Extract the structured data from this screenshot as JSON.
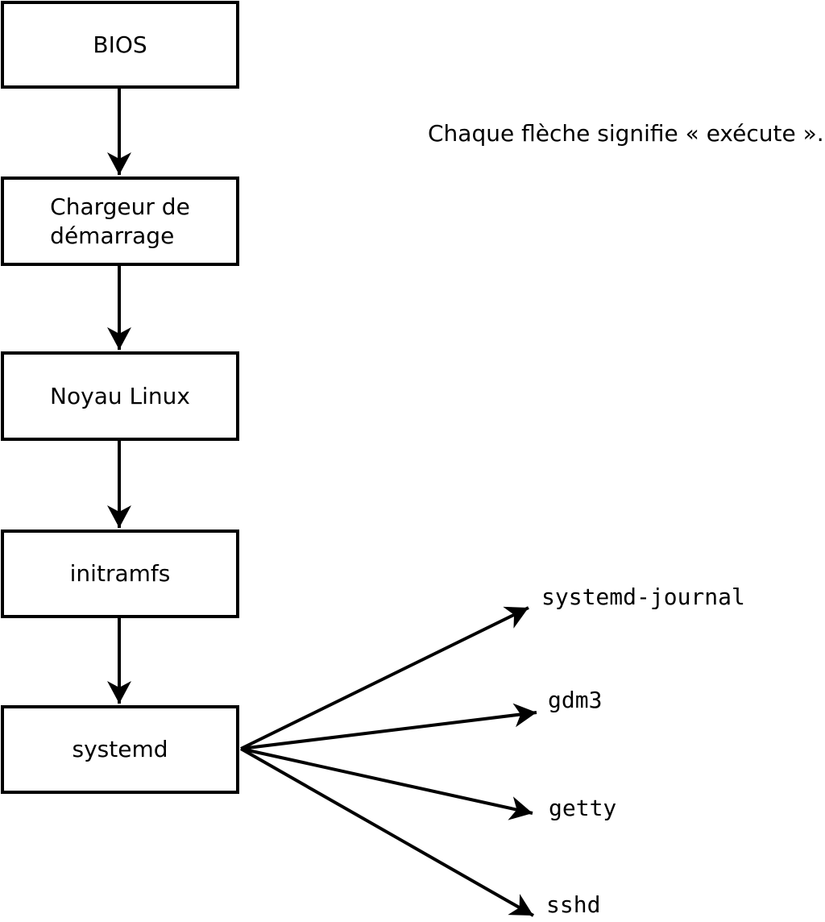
{
  "diagram": {
    "caption": "Chaque flèche signifie « exécute ».",
    "colors": {
      "foreground": "#000000",
      "background": "#ffffff",
      "box_fill": "#ffffff"
    },
    "boxes": [
      {
        "id": "bios",
        "label": "BIOS"
      },
      {
        "id": "bootloader",
        "label": "Chargeur de\ndémarrage"
      },
      {
        "id": "kernel",
        "label": "Noyau Linux"
      },
      {
        "id": "initramfs",
        "label": "initramfs"
      },
      {
        "id": "systemd",
        "label": "systemd"
      }
    ],
    "processes": [
      {
        "id": "systemd-journal",
        "label": "systemd-journal"
      },
      {
        "id": "gdm3",
        "label": "gdm3"
      },
      {
        "id": "getty",
        "label": "getty"
      },
      {
        "id": "sshd",
        "label": "sshd"
      }
    ],
    "edges": [
      {
        "from": "BIOS",
        "to": "Chargeur de démarrage",
        "meaning": "exécute"
      },
      {
        "from": "Chargeur de démarrage",
        "to": "Noyau Linux",
        "meaning": "exécute"
      },
      {
        "from": "Noyau Linux",
        "to": "initramfs",
        "meaning": "exécute"
      },
      {
        "from": "initramfs",
        "to": "systemd",
        "meaning": "exécute"
      },
      {
        "from": "systemd",
        "to": "systemd-journal",
        "meaning": "exécute"
      },
      {
        "from": "systemd",
        "to": "gdm3",
        "meaning": "exécute"
      },
      {
        "from": "systemd",
        "to": "getty",
        "meaning": "exécute"
      },
      {
        "from": "systemd",
        "to": "sshd",
        "meaning": "exécute"
      }
    ]
  }
}
